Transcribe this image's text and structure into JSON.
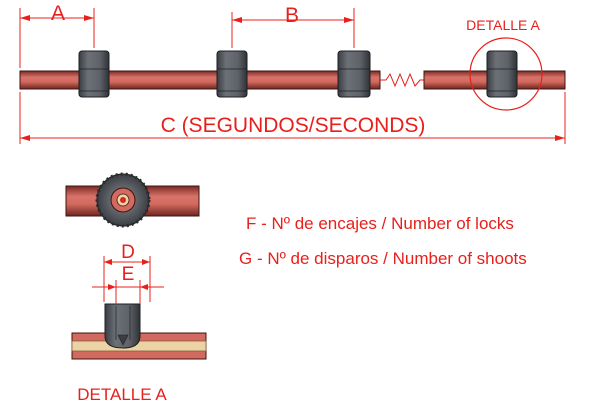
{
  "diagram": {
    "dimensions": {
      "a": "A",
      "b": "B",
      "c": "C (SEGUNDOS/SECONDS)",
      "d": "D",
      "e": "E"
    },
    "detail_callout": "DETALLE A",
    "detail_caption": "DETALLE A",
    "legend": {
      "f": "F - Nº de encajes / Number of locks",
      "g": "G - Nº de disparos / Number of shoots"
    },
    "colors": {
      "dimension": "#e8201c",
      "rod": "#d0675a",
      "rod_core": "#ecd3a6",
      "lock": "#555a60"
    }
  }
}
